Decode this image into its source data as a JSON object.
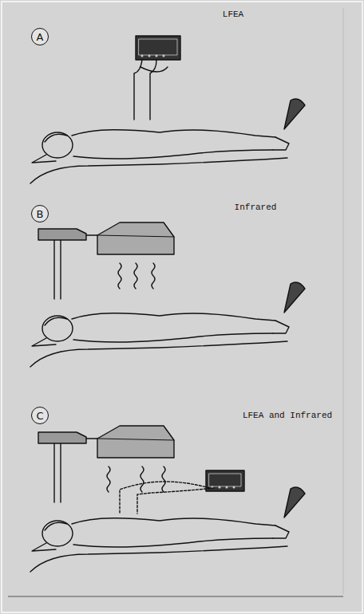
{
  "diagram": {
    "nodes": [
      {
        "text": [
          "A"
        ]
      },
      {
        "text": [
          "B"
        ]
      },
      {
        "text": [
          "C"
        ]
      }
    ],
    "labels": [
      "LFEA",
      "Infrared",
      "LFEA and Infrared"
    ]
  }
}
